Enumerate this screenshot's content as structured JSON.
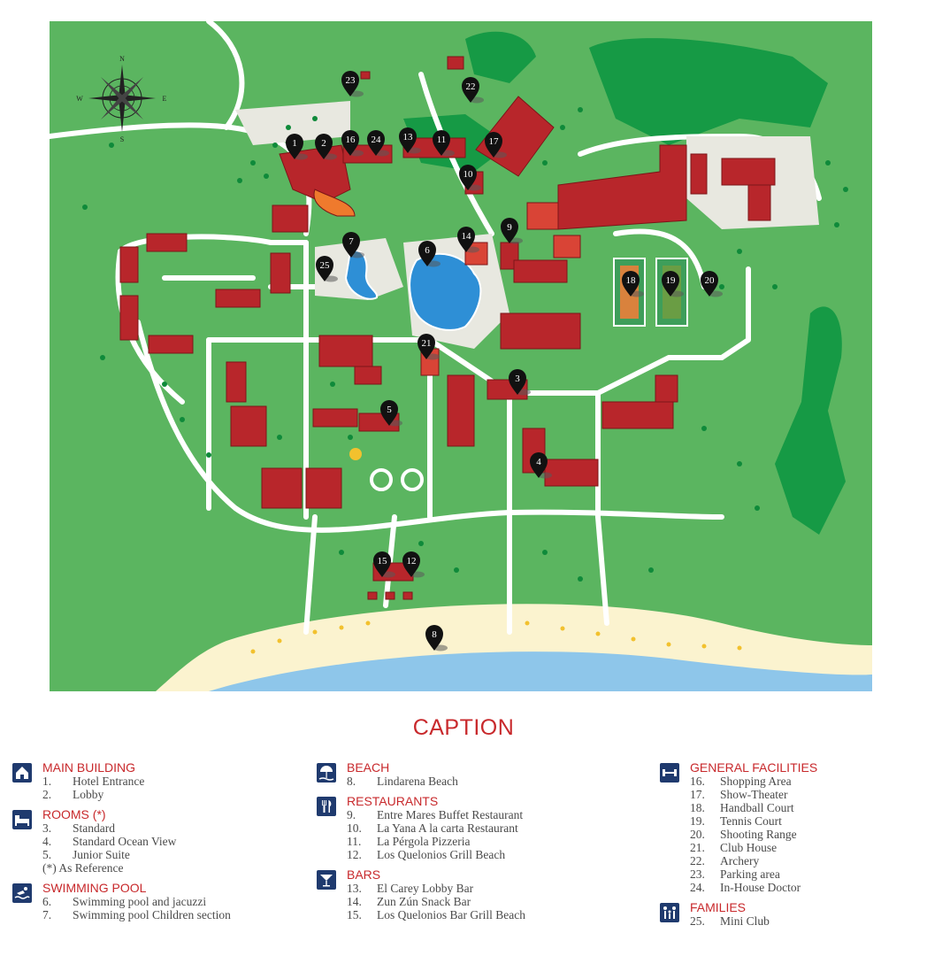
{
  "compass": {
    "n": "N",
    "s": "S",
    "e": "E",
    "w": "W"
  },
  "pins": [
    {
      "label": "1"
    },
    {
      "label": "2"
    },
    {
      "label": "16"
    },
    {
      "label": "24"
    },
    {
      "label": "13"
    },
    {
      "label": "11"
    },
    {
      "label": "17"
    },
    {
      "label": "10"
    },
    {
      "label": "23"
    },
    {
      "label": "22"
    },
    {
      "label": "9"
    },
    {
      "label": "14"
    },
    {
      "label": "6"
    },
    {
      "label": "7"
    },
    {
      "label": "25"
    },
    {
      "label": "18"
    },
    {
      "label": "19"
    },
    {
      "label": "20"
    },
    {
      "label": "21"
    },
    {
      "label": "3"
    },
    {
      "label": "5"
    },
    {
      "label": "4"
    },
    {
      "label": "15"
    },
    {
      "label": "12"
    },
    {
      "label": "8"
    }
  ],
  "caption": {
    "title": "CAPTION",
    "groups": [
      {
        "title": "MAIN BUILDING",
        "icon": "house-icon",
        "items": [
          {
            "num": "1.",
            "text": "Hotel Entrance"
          },
          {
            "num": "2.",
            "text": "Lobby"
          }
        ]
      },
      {
        "title": "ROOMS (*)",
        "icon": "bed-icon",
        "items": [
          {
            "num": "3.",
            "text": "Standard"
          },
          {
            "num": "4.",
            "text": "Standard Ocean View"
          },
          {
            "num": "5.",
            "text": "Junior Suite"
          }
        ],
        "note": "(*) As Reference"
      },
      {
        "title": "SWIMMING POOL",
        "icon": "swimmer-icon",
        "items": [
          {
            "num": "6.",
            "text": "Swimming pool and jacuzzi"
          },
          {
            "num": "7.",
            "text": "Swimming pool Children section"
          }
        ]
      },
      {
        "title": "BEACH",
        "icon": "beach-umbrella-icon",
        "items": [
          {
            "num": "8.",
            "text": "Lindarena Beach"
          }
        ]
      },
      {
        "title": "RESTAURANTS",
        "icon": "fork-knife-icon",
        "items": [
          {
            "num": "9.",
            "text": "Entre Mares Buffet Restaurant"
          },
          {
            "num": "10.",
            "text": "La Yana  A la carta Restaurant"
          },
          {
            "num": "11.",
            "text": "La Pérgola Pizzeria"
          },
          {
            "num": "12.",
            "text": "Los Quelonios Grill Beach"
          }
        ]
      },
      {
        "title": "BARS",
        "icon": "cocktail-icon",
        "items": [
          {
            "num": "13.",
            "text": "El Carey Lobby Bar"
          },
          {
            "num": "14.",
            "text": "Zun Zún Snack Bar"
          },
          {
            "num": "15.",
            "text": "Los Quelonios Bar Grill Beach"
          }
        ]
      },
      {
        "title": "GENERAL FACILITIES",
        "icon": "dumbbell-icon",
        "items": [
          {
            "num": "16.",
            "text": "Shopping Area"
          },
          {
            "num": "17.",
            "text": "Show-Theater"
          },
          {
            "num": "18.",
            "text": "Handball Court"
          },
          {
            "num": "19.",
            "text": "Tennis Court"
          },
          {
            "num": "20.",
            "text": "Shooting Range"
          },
          {
            "num": "21.",
            "text": "Club House"
          },
          {
            "num": "22.",
            "text": "Archery"
          },
          {
            "num": "23.",
            "text": "Parking area"
          },
          {
            "num": "24.",
            "text": "In-House Doctor"
          }
        ]
      },
      {
        "title": "FAMILIES",
        "icon": "family-icon",
        "items": [
          {
            "num": "25.",
            "text": "Mini Club"
          }
        ]
      }
    ]
  },
  "colors": {
    "grass": "#5bb560",
    "road": "#ffffff",
    "roof": "#b8262b",
    "pool": "#2e8fd6",
    "sea": "#8ec6ea",
    "sand": "#fbf3cf",
    "heading": "#c8292c",
    "icon": "#1f3a6e",
    "tree": "#0f8a3a"
  }
}
